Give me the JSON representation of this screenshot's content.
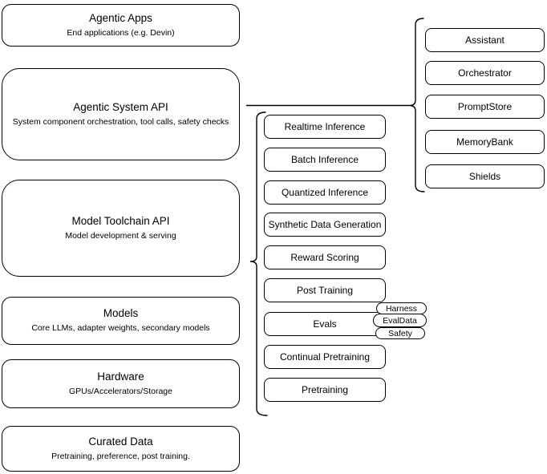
{
  "diagram": {
    "left_stack": [
      {
        "title": "Agentic Apps",
        "subtitle": "End applications (e.g. Devin)"
      },
      {
        "title": "Agentic System API",
        "subtitle": "System component orchestration, tool calls, safety checks"
      },
      {
        "title": "Model Toolchain API",
        "subtitle": "Model development & serving"
      },
      {
        "title": "Models",
        "subtitle": "Core LLMs, adapter weights, secondary models"
      },
      {
        "title": "Hardware",
        "subtitle": "GPUs/Accelerators/Storage"
      },
      {
        "title": "Curated Data",
        "subtitle": "Pretraining, preference, post training."
      }
    ],
    "toolchain_services": [
      "Realtime Inference",
      "Batch Inference",
      "Quantized Inference",
      "Synthetic Data Generation",
      "Reward Scoring",
      "Post Training",
      "Evals",
      "Continual Pretraining",
      "Pretraining"
    ],
    "evals_tags": [
      "Harness",
      "EvalData",
      "Safety"
    ],
    "system_components": [
      "Assistant",
      "Orchestrator",
      "PromptStore",
      "MemoryBank",
      "Shields"
    ],
    "colors": {
      "stroke": "#000000",
      "background": "#ffffff"
    }
  }
}
